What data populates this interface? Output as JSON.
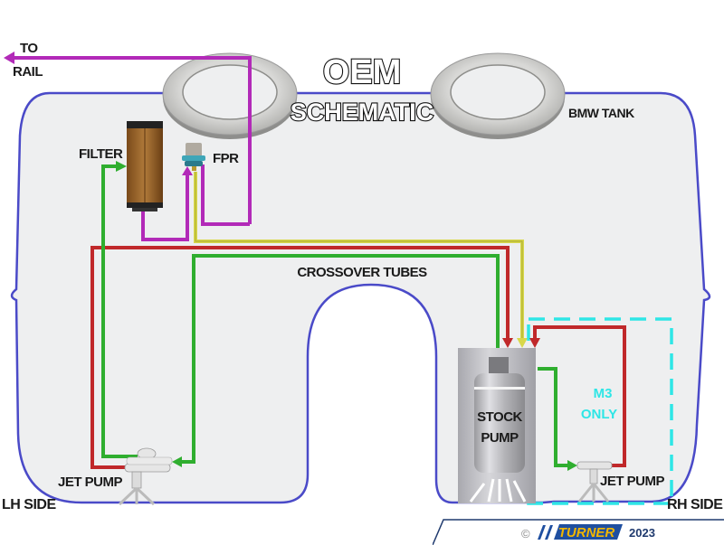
{
  "title": {
    "line1": "OEM",
    "line2": "SCHEMATIC"
  },
  "labels": {
    "to_rail_1": "TO",
    "to_rail_2": "RAIL",
    "bmw_tank": "BMW TANK",
    "filter": "FILTER",
    "fpr": "FPR",
    "crossover": "CROSSOVER TUBES",
    "stock_pump_1": "STOCK",
    "stock_pump_2": "PUMP",
    "m3_only_1": "M3",
    "m3_only_2": "ONLY",
    "jet_pump_left": "JET PUMP",
    "jet_pump_right": "JET PUMP",
    "lh_side": "LH SIDE",
    "rh_side": "RH SIDE"
  },
  "footer": {
    "copyright": "©",
    "brand": "TURNER",
    "year": "2023"
  },
  "colors": {
    "tank_outline": "#4a4ac8",
    "tank_fill": "#eeeff0",
    "feed_line": "#b22ab8",
    "supply_line": "#c0282a",
    "return_line": "#2fae2f",
    "regulator_line": "#d8d84a",
    "m3_zone": "#2ee6e6",
    "brand_blue": "#1f4fa0",
    "brand_yellow": "#f2b600"
  }
}
